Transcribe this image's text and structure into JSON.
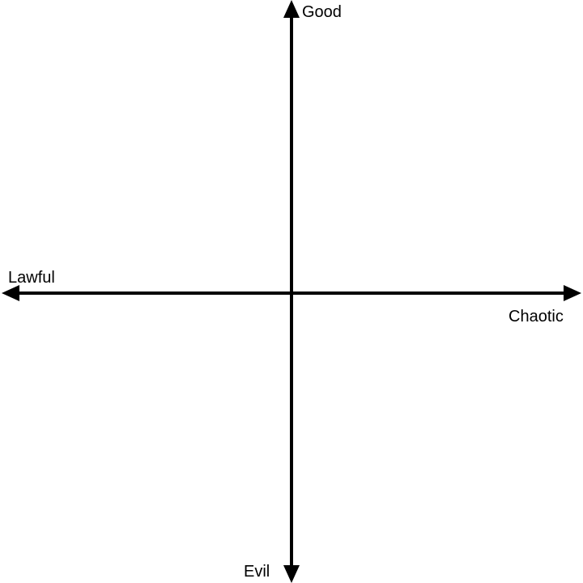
{
  "diagram": {
    "type": "alignment-axes",
    "line_color": "#000000",
    "background_color": "#ffffff",
    "labels": {
      "top": "Good",
      "bottom": "Evil",
      "left": "Lawful",
      "right": "Chaotic"
    }
  }
}
